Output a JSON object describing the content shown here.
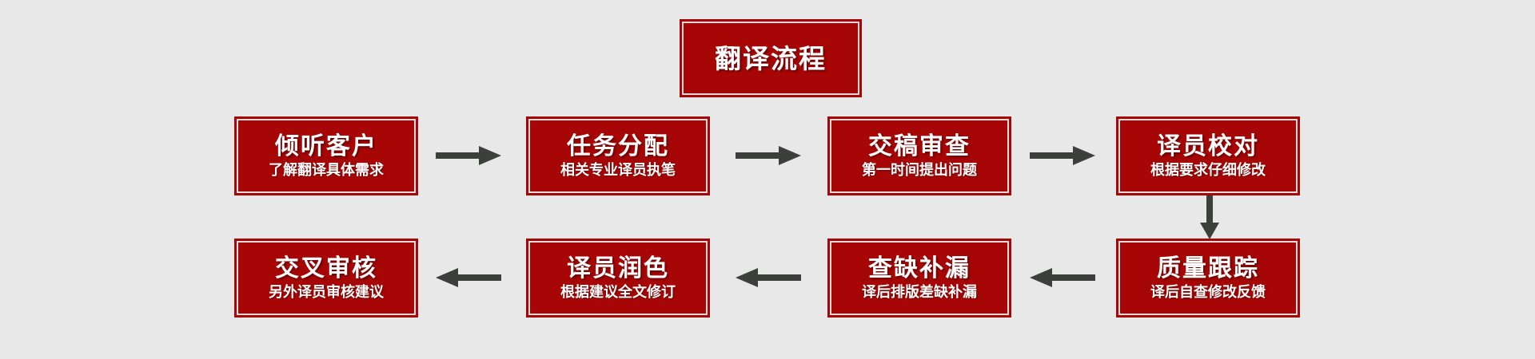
{
  "diagram": {
    "background_color": "#e8e8e8",
    "box_fill_color": "#a70606",
    "box_inner_line_color": "#f2dede",
    "arrow_color": "#3c3f3c",
    "text_color": "#ffffff",
    "title": {
      "label": "翻译流程"
    },
    "steps": [
      {
        "id": "step-1",
        "title": "倾听客户",
        "subtitle": "了解翻译具体需求"
      },
      {
        "id": "step-2",
        "title": "任务分配",
        "subtitle": "相关专业译员执笔"
      },
      {
        "id": "step-3",
        "title": "交稿审查",
        "subtitle": "第一时间提出问题"
      },
      {
        "id": "step-4",
        "title": "译员校对",
        "subtitle": "根据要求仔细修改"
      },
      {
        "id": "step-5",
        "title": "质量跟踪",
        "subtitle": "译后自查修改反馈"
      },
      {
        "id": "step-6",
        "title": "查缺补漏",
        "subtitle": "译后排版差缺补漏"
      },
      {
        "id": "step-7",
        "title": "译员润色",
        "subtitle": "根据建议全文修订"
      },
      {
        "id": "step-8",
        "title": "交叉审核",
        "subtitle": "另外译员审核建议"
      }
    ],
    "connectors": [
      {
        "id": "arrow-1",
        "icon": "arrow-right-icon",
        "from": "step-1",
        "to": "step-2",
        "direction": "right"
      },
      {
        "id": "arrow-2",
        "icon": "arrow-right-icon",
        "from": "step-2",
        "to": "step-3",
        "direction": "right"
      },
      {
        "id": "arrow-3",
        "icon": "arrow-right-icon",
        "from": "step-3",
        "to": "step-4",
        "direction": "right"
      },
      {
        "id": "arrow-4",
        "icon": "arrow-down-icon",
        "from": "step-4",
        "to": "step-5",
        "direction": "down"
      },
      {
        "id": "arrow-5",
        "icon": "arrow-left-icon",
        "from": "step-5",
        "to": "step-6",
        "direction": "left"
      },
      {
        "id": "arrow-6",
        "icon": "arrow-left-icon",
        "from": "step-6",
        "to": "step-7",
        "direction": "left"
      },
      {
        "id": "arrow-7",
        "icon": "arrow-left-icon",
        "from": "step-7",
        "to": "step-8",
        "direction": "left"
      }
    ]
  }
}
